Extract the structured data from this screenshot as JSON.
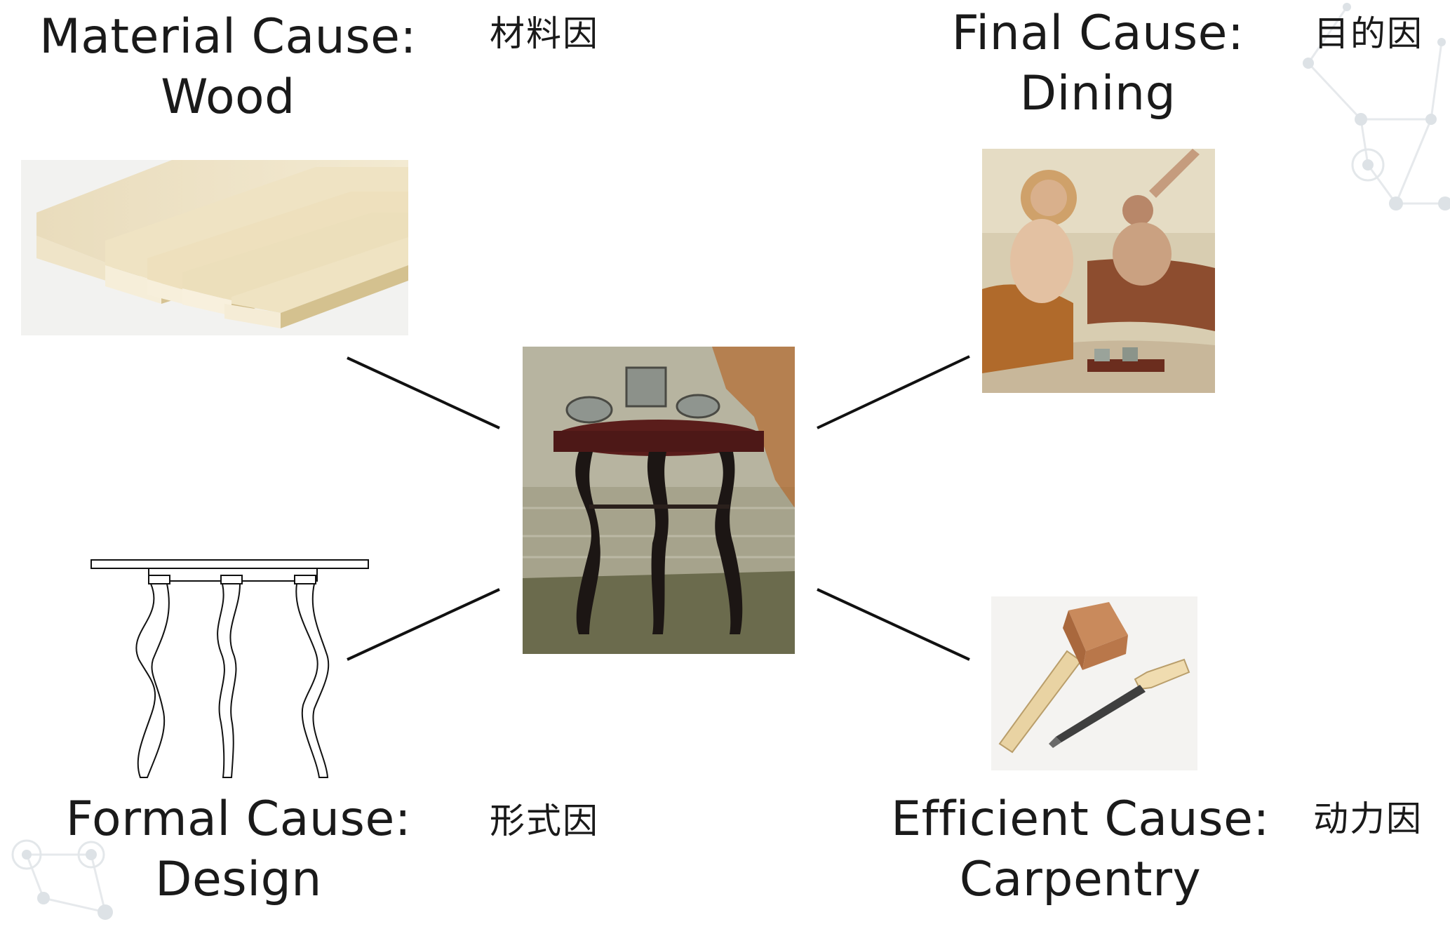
{
  "material": {
    "label": "Material Cause:",
    "value": "Wood",
    "zh": "材料因"
  },
  "final": {
    "label": "Final Cause:",
    "value": "Dining",
    "zh": "目的因"
  },
  "formal": {
    "label": "Formal Cause:",
    "value": "Design",
    "zh": "形式因"
  },
  "efficient": {
    "label": "Efficient Cause:",
    "value": "Carpentry",
    "zh": "动力因"
  }
}
